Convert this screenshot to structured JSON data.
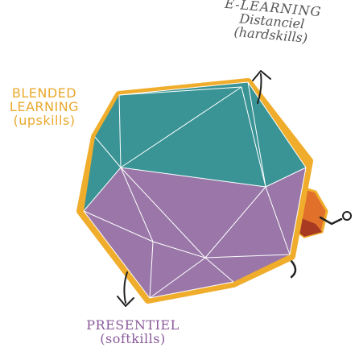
{
  "labels": {
    "elearning": {
      "line1": "E-LEARNING",
      "line2": "Distanciel",
      "line3": "(hardskills)"
    },
    "blended": {
      "line1": "BLENDED",
      "line2": "LEARNING",
      "line3": "(upskills)"
    },
    "presentiel": {
      "line1": "PRESENTIEL",
      "line2": "(softkills)"
    }
  },
  "colors": {
    "outline": "#f0ad2c",
    "teal": "#3a9496",
    "purple": "#9a77a8",
    "edge": "#ffffff",
    "blended_text": "#e9a92e",
    "elearning_text": "#555555",
    "presentiel_text": "#8a5a9a",
    "orange_face": "#e0702a",
    "dark_red_face": "#a83a22"
  },
  "icons": {
    "up_arrow": "arrow-up-icon",
    "down_arrow": "arrow-down-icon",
    "hand_character": "hand-character-icon"
  }
}
